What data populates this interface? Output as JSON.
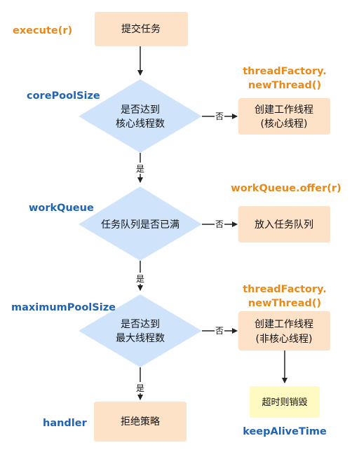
{
  "annotations": {
    "execute": "execute(r)",
    "core_pool_size": "corePoolSize",
    "work_queue": "workQueue",
    "maximum_pool_size": "maximumPoolSize",
    "handler": "handler",
    "thread_factory_1_line1": "threadFactory.",
    "thread_factory_1_line2": "newThread()",
    "work_queue_offer": "workQueue.offer(r)",
    "thread_factory_2_line1": "threadFactory.",
    "thread_factory_2_line2": "newThread()",
    "keep_alive_time": "keepAliveTime"
  },
  "nodes": {
    "submit_task": "提交任务",
    "decision_core": {
      "line1": "是否达到",
      "line2": "核心线程数"
    },
    "create_core_worker": {
      "line1": "创建工作线程",
      "line2": "(核心线程)"
    },
    "decision_queue": "任务队列是否已满",
    "enqueue_task": "放入任务队列",
    "decision_max": {
      "line1": "是否达到",
      "line2": "最大线程数"
    },
    "create_noncore_worker": {
      "line1": "创建工作线程",
      "line2": "(非核心线程)"
    },
    "reject_policy": "拒绝策略",
    "timeout_destroy": "超时则销毁"
  },
  "edges": {
    "no_1": "否",
    "yes_1": "是",
    "no_2": "否",
    "yes_2": "是",
    "no_3": "否",
    "yes_3": "是"
  },
  "colors": {
    "process_fill": "#fde2c8",
    "decision_fill": "#cfe4fb",
    "note_fill": "#fffac2",
    "annotation_orange": "#e88a1a",
    "annotation_blue": "#1f63b3"
  }
}
